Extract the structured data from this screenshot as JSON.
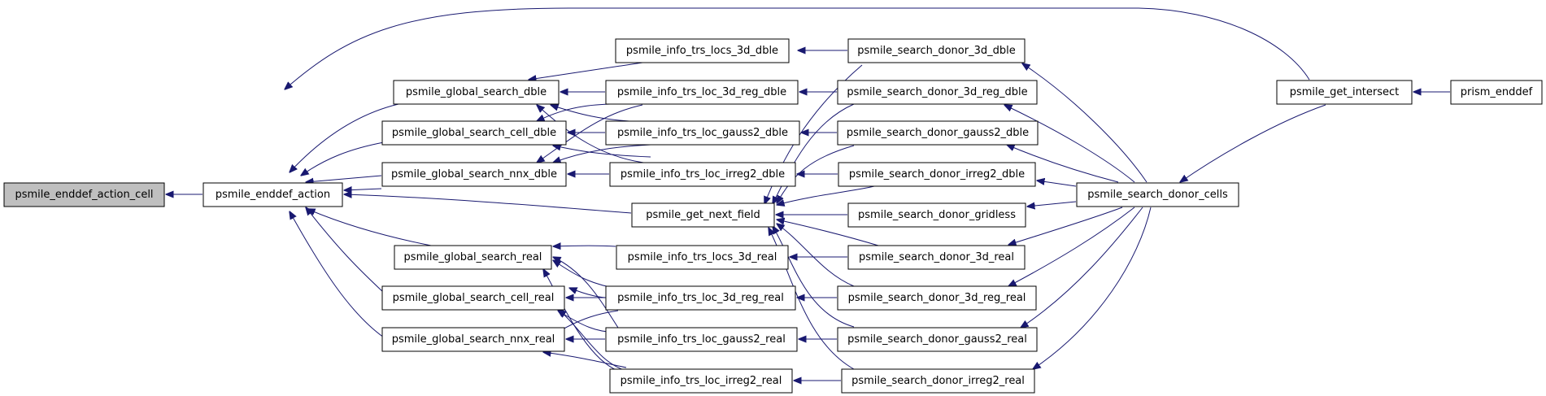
{
  "colors": {
    "edge": "#191970",
    "node_fill": "#ffffff",
    "root_fill": "#bfbfbf",
    "node_stroke": "#000000"
  },
  "nodes": {
    "n_cell": "psmile_enddef_action_cell",
    "n_action": "psmile_enddef_action",
    "n_gs_dble": "psmile_global_search_dble",
    "n_gsc_dble": "psmile_global_search_cell_dble",
    "n_gsn_dble": "psmile_global_search_nnx_dble",
    "n_gs_real": "psmile_global_search_real",
    "n_gsc_real": "psmile_global_search_cell_real",
    "n_gsn_real": "psmile_global_search_nnx_real",
    "n_itl3d_dble": "psmile_info_trs_locs_3d_dble",
    "n_itl3dr_dble": "psmile_info_trs_loc_3d_reg_dble",
    "n_itlg2_dble": "psmile_info_trs_loc_gauss2_dble",
    "n_itli2_dble": "psmile_info_trs_loc_irreg2_dble",
    "n_next": "psmile_get_next_field",
    "n_itl3d_real": "psmile_info_trs_locs_3d_real",
    "n_itl3dr_real": "psmile_info_trs_loc_3d_reg_real",
    "n_itlg2_real": "psmile_info_trs_loc_gauss2_real",
    "n_itli2_real": "psmile_info_trs_loc_irreg2_real",
    "n_sd3d_dble": "psmile_search_donor_3d_dble",
    "n_sd3dr_dble": "psmile_search_donor_3d_reg_dble",
    "n_sdg2_dble": "psmile_search_donor_gauss2_dble",
    "n_sdi2_dble": "psmile_search_donor_irreg2_dble",
    "n_sdgl": "psmile_search_donor_gridless",
    "n_sd3d_real": "psmile_search_donor_3d_real",
    "n_sd3dr_real": "psmile_search_donor_3d_reg_real",
    "n_sdg2_real": "psmile_search_donor_gauss2_real",
    "n_sdi2_real": "psmile_search_donor_irreg2_real",
    "n_cells": "psmile_search_donor_cells",
    "n_intersect": "psmile_get_intersect",
    "n_enddef": "prism_enddef"
  }
}
